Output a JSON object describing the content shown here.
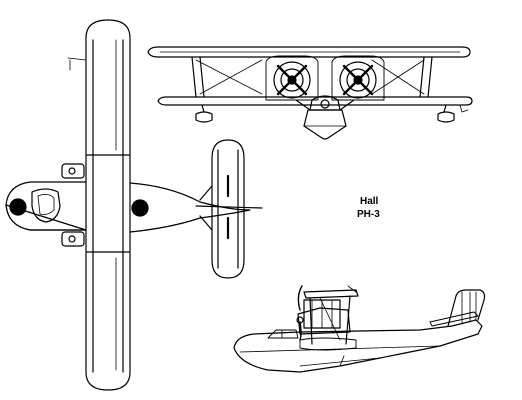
{
  "drawing": {
    "manufacturer": "Hall",
    "model": "PH-3",
    "views": [
      "top-view",
      "front-view",
      "side-view"
    ],
    "line_color": "#000000",
    "background": "#ffffff"
  }
}
